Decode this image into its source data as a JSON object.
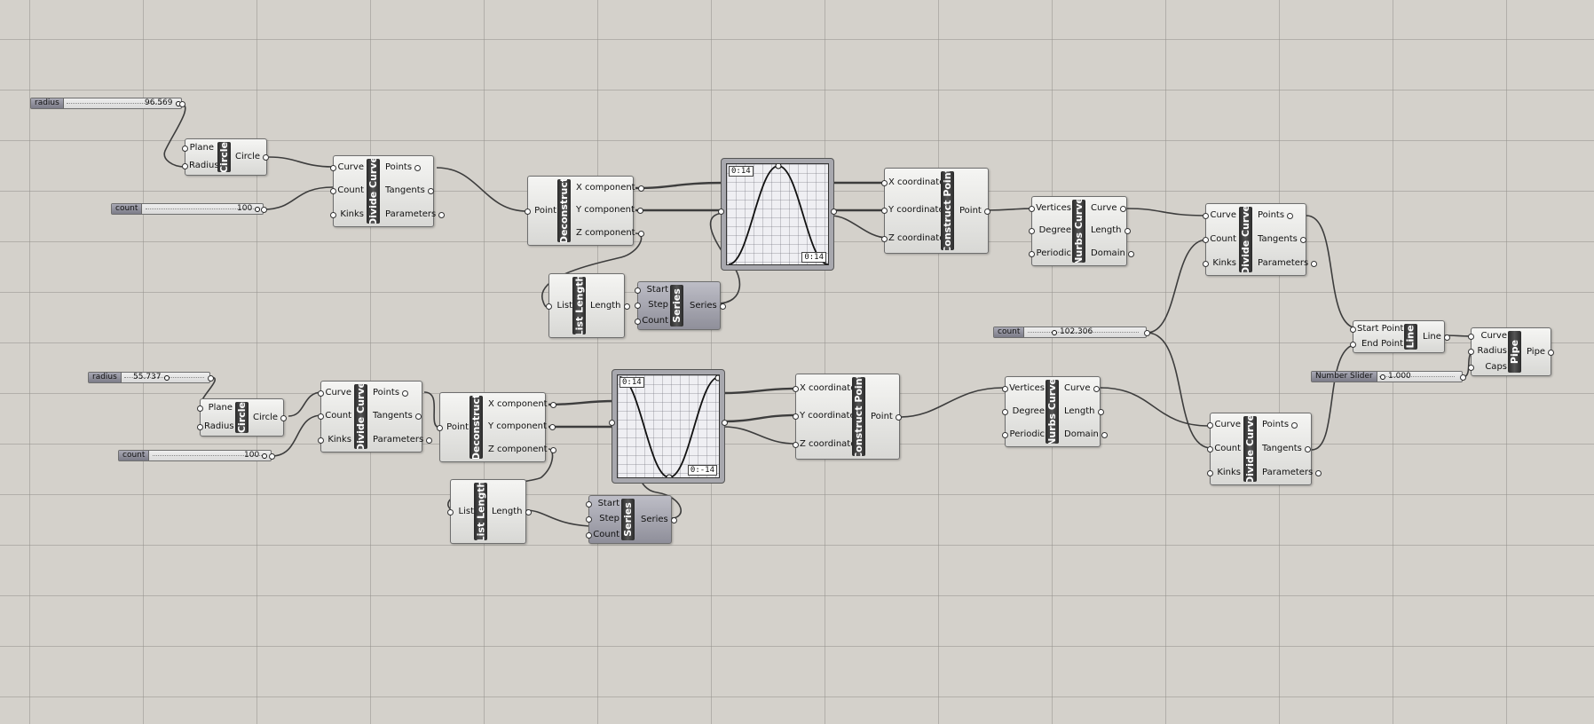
{
  "sliders": {
    "radius_top": {
      "label": "radius",
      "value": "96.569"
    },
    "count_top": {
      "label": "count",
      "value": "100"
    },
    "radius_bot": {
      "label": "radius",
      "value": "55.737"
    },
    "count_bot": {
      "label": "count",
      "value": "100"
    },
    "count_mid": {
      "label": "count",
      "value": "102.306"
    },
    "number_slider": {
      "label": "Number Slider",
      "value": "1.000"
    }
  },
  "components": {
    "circle_top": {
      "name": "Circle",
      "inputs": [
        "Plane",
        "Radius"
      ],
      "outputs": [
        "Circle"
      ]
    },
    "divide_top": {
      "name": "Divide Curve",
      "inputs": [
        "Curve",
        "Count",
        "Kinks"
      ],
      "outputs": [
        "Points",
        "Tangents",
        "Parameters"
      ]
    },
    "decon_top": {
      "name": "Deconstruct",
      "inputs": [
        "Point"
      ],
      "outputs": [
        "X component",
        "Y component",
        "Z component"
      ]
    },
    "listlen_top": {
      "name": "List Length",
      "inputs": [
        "List"
      ],
      "outputs": [
        "Length"
      ]
    },
    "series_top": {
      "name": "Series",
      "inputs": [
        "Start",
        "Step",
        "Count"
      ],
      "outputs": [
        "Series"
      ]
    },
    "cpoint_top": {
      "name": "Construct Point",
      "inputs": [
        "X coordinate",
        "Y coordinate",
        "Z coordinate"
      ],
      "outputs": [
        "Point"
      ]
    },
    "nurbs_top": {
      "name": "Nurbs Curve",
      "inputs": [
        "Vertices",
        "Degree",
        "Periodic"
      ],
      "outputs": [
        "Curve",
        "Length",
        "Domain"
      ]
    },
    "divide_right_top": {
      "name": "Divide Curve",
      "inputs": [
        "Curve",
        "Count",
        "Kinks"
      ],
      "outputs": [
        "Points",
        "Tangents",
        "Parameters"
      ]
    },
    "line": {
      "name": "Line",
      "inputs": [
        "Start Point",
        "End Point"
      ],
      "outputs": [
        "Line"
      ]
    },
    "pipe": {
      "name": "Pipe",
      "inputs": [
        "Curve",
        "Radius",
        "Caps"
      ],
      "outputs": [
        "Pipe"
      ]
    },
    "circle_bot": {
      "name": "Circle",
      "inputs": [
        "Plane",
        "Radius"
      ],
      "outputs": [
        "Circle"
      ]
    },
    "divide_bot": {
      "name": "Divide Curve",
      "inputs": [
        "Curve",
        "Count",
        "Kinks"
      ],
      "outputs": [
        "Points",
        "Tangents",
        "Parameters"
      ]
    },
    "decon_bot": {
      "name": "Deconstruct",
      "inputs": [
        "Point"
      ],
      "outputs": [
        "X component",
        "Y component",
        "Z component"
      ]
    },
    "listlen_bot": {
      "name": "List Length",
      "inputs": [
        "List"
      ],
      "outputs": [
        "Length"
      ]
    },
    "series_bot": {
      "name": "Series",
      "inputs": [
        "Start",
        "Step",
        "Count"
      ],
      "outputs": [
        "Series"
      ]
    },
    "cpoint_bot": {
      "name": "Construct Point",
      "inputs": [
        "X coordinate",
        "Y coordinate",
        "Z coordinate"
      ],
      "outputs": [
        "Point"
      ]
    },
    "nurbs_bot": {
      "name": "Nurbs Curve",
      "inputs": [
        "Vertices",
        "Degree",
        "Periodic"
      ],
      "outputs": [
        "Curve",
        "Length",
        "Domain"
      ]
    },
    "divide_right_bot": {
      "name": "Divide Curve",
      "inputs": [
        "Curve",
        "Count",
        "Kinks"
      ],
      "outputs": [
        "Points",
        "Tangents",
        "Parameters"
      ]
    }
  },
  "graphs": {
    "top": {
      "tl": "0:14",
      "br": "0:14"
    },
    "bottom": {
      "tl": "0:14",
      "br": "0:-14"
    }
  },
  "colors": {
    "canvas": "#d4d1cb",
    "wire": "#3d3d3d",
    "name_bar": "#333333"
  }
}
